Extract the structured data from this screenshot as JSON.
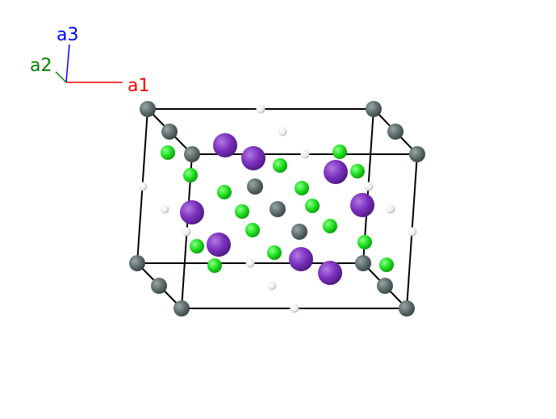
{
  "axes": {
    "a1": {
      "label": "a1",
      "color": "#ff0000"
    },
    "a2": {
      "label": "a2",
      "color": "#008000"
    },
    "a3": {
      "label": "a3",
      "color": "#0000ff"
    }
  },
  "atom_colors": {
    "gray": "#5f6e6e",
    "purple": "#7b2fbe",
    "green": "#1ee01e",
    "white": "#f2f2f2"
  },
  "cell_edge_color": "#000000"
}
